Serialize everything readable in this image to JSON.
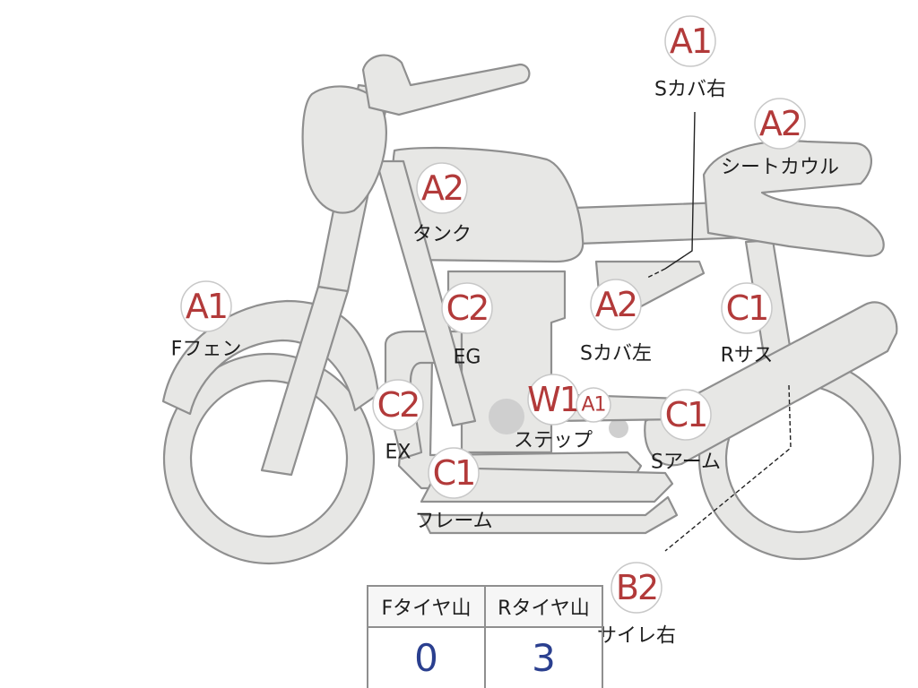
{
  "badges": [
    {
      "grade": "A1",
      "label": "Sカバ右"
    },
    {
      "grade": "A2",
      "label": "シートカウル"
    },
    {
      "grade": "A2",
      "label": "タンク"
    },
    {
      "grade": "A1",
      "label": "Fフェン"
    },
    {
      "grade": "C2",
      "label": "EG"
    },
    {
      "grade": "A2",
      "label": "Sカバ左"
    },
    {
      "grade": "C1",
      "label": "Rサス"
    },
    {
      "grade": "C2",
      "label": "EX"
    },
    {
      "grade": "W1",
      "label": "ステップ"
    },
    {
      "grade": "A1",
      "label": ""
    },
    {
      "grade": "C1",
      "label": "Sアーム"
    },
    {
      "grade": "C1",
      "label": "フレーム"
    },
    {
      "grade": "B2",
      "label": "サイレ右"
    }
  ],
  "tread_table": {
    "headers": [
      "Fタイヤ山",
      "Rタイヤ山"
    ],
    "values": [
      "0",
      "3"
    ]
  },
  "colors": {
    "grade_text": "#b23a3a",
    "tread_value": "#2a3f8f",
    "bike_fill": "#e7e7e5",
    "bike_stroke": "#8f8f8f"
  }
}
